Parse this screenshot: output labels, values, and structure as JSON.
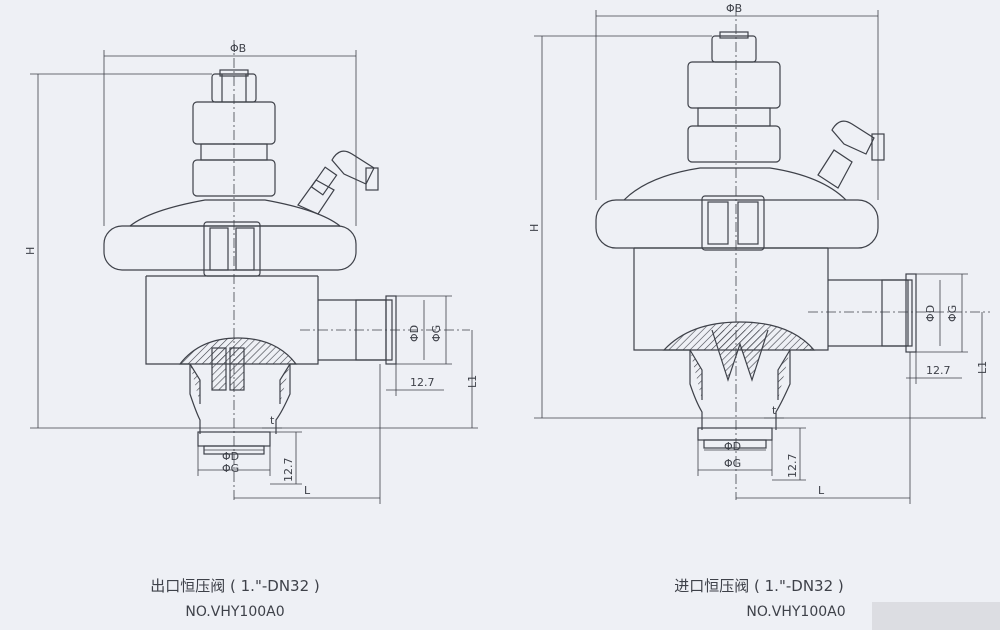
{
  "left_valve": {
    "title": "出口恒压阀 ( 1.\"-DN32 )",
    "model": "NO.VHY100A0",
    "dims": {
      "phi_b": "ΦB",
      "h": "H",
      "phi_d_side": "ΦD",
      "phi_g_side": "ΦG",
      "l1": "L1",
      "d127_side": "12.7",
      "t": "t",
      "phi_d_bottom": "ΦD",
      "phi_g_bottom": "ΦG",
      "d127_bottom": "12.7",
      "l": "L"
    }
  },
  "right_valve": {
    "title": "进口恒压阀 ( 1.\"-DN32 )",
    "model": "NO.VHY100A0",
    "dims": {
      "phi_b": "ΦB",
      "h": "H",
      "phi_d_side": "ΦD",
      "phi_g_side": "ΦG",
      "l1": "L1",
      "d127_side": "12.7",
      "t": "t",
      "phi_d_bottom": "ΦD",
      "phi_g_bottom": "ΦG",
      "d127_bottom": "12.7",
      "l": "L"
    }
  },
  "colors": {
    "line": "#3e4149",
    "background": "#eef0f5",
    "hatch": "#3e4149"
  }
}
